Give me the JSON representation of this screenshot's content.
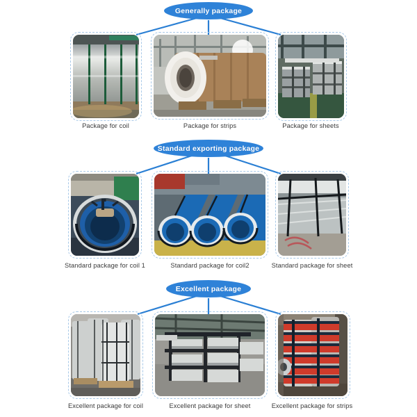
{
  "theme": {
    "accent_blue": "#2e82d8",
    "connector_blue": "#2a7fd4",
    "frame_dashed_blue": "#a8c9e8",
    "caption_color": "#3a3a3a",
    "background": "#ffffff"
  },
  "sections": [
    {
      "heading": "Generally package",
      "items": [
        {
          "caption": "Package for coil",
          "icon": "steel-coil-photo"
        },
        {
          "caption": "Package for strips",
          "icon": "paper-wrapped-coils-photo"
        },
        {
          "caption": "Package for sheets",
          "icon": "stacked-sheet-bundles-photo"
        }
      ]
    },
    {
      "heading": "Standard exporting package",
      "items": [
        {
          "caption": "Standard package for coil 1",
          "icon": "blue-wrapped-coil-front-photo"
        },
        {
          "caption": "Standard package for coil2",
          "icon": "blue-wrapped-coils-row-photo"
        },
        {
          "caption": "Standard package for sheet",
          "icon": "strapped-galvanized-sheet-photo"
        }
      ]
    },
    {
      "heading": "Excellent package",
      "items": [
        {
          "caption": "Excellent package for coil",
          "icon": "white-wrapped-coils-pallet-photo"
        },
        {
          "caption": "Excellent package for sheet",
          "icon": "warehouse-sheet-racks-photo"
        },
        {
          "caption": "Excellent package for strips",
          "icon": "red-strapped-strip-coils-photo"
        }
      ]
    }
  ]
}
